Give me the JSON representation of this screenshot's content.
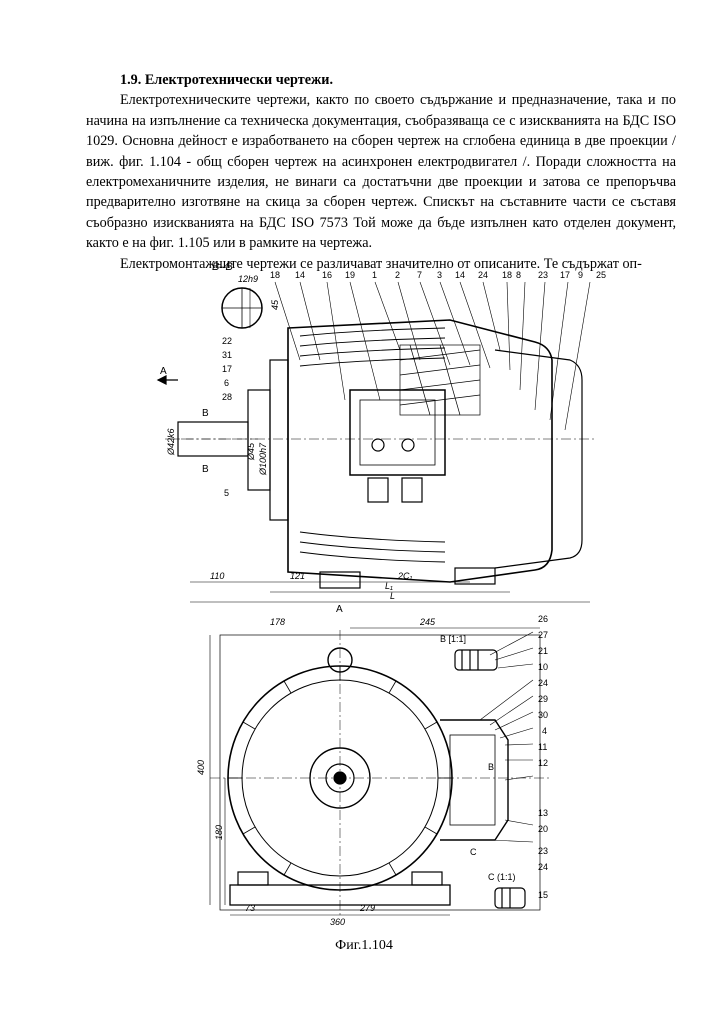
{
  "heading": "1.9. Електротехнически чертежи.",
  "paragraph1": "Електротехническите чертежи, както по своето съдържание и предназначение, така и по начина на изпълнение са техническа документация, съобразяваща се с изискванията на БДС ISO 1029. Основна дейност е изработването на сборен чертеж на сглобена единица в две проекции / виж. фиг. 1.104 - общ сборен чертеж на асинхронен електродвигател /. Поради сложността на електромеханичните изделия, не винаги са достатъчни две проекции и затова се препоръчва предварително изготвяне на скица за сборен чертеж. Спискът на съставните части се съставя съобразно изискванията на БДС ISO 7573 Той може да бъде изпълнен като отделен документ, както е на фиг. 1.105 или в рамките на чертежа.",
  "paragraph2": "Електромонтажните чертежи се различават значително от описаните. Те съдържат оп-",
  "caption": "Фиг.1.104",
  "figure": {
    "section_label": "B–B",
    "view_arrow_label": "A",
    "top_view_label": "A",
    "section_marker": "B",
    "detail_b": "B [1:1]",
    "detail_c": "C (1:1)",
    "marker_b": "B",
    "marker_c": "C",
    "top_callouts": [
      "18",
      "14",
      "16",
      "19",
      "1",
      "2",
      "7",
      "3",
      "14",
      "24",
      "18",
      "8",
      "23",
      "17",
      "9",
      "25"
    ],
    "left_callouts": [
      "22",
      "31",
      "17",
      "6",
      "28",
      "5"
    ],
    "right_callouts": [
      "26",
      "27",
      "21",
      "10",
      "24",
      "29",
      "30",
      "4",
      "11",
      "12",
      "13",
      "20",
      "23",
      "24",
      "15"
    ],
    "dim_bottom": [
      "110",
      "121",
      "2C₁",
      "L₁",
      "L"
    ],
    "dim_top_view": [
      "178",
      "245"
    ],
    "dim_base": [
      "279",
      "360",
      "73"
    ],
    "dim_side": [
      "400",
      "180"
    ],
    "dim_shaft": [
      "Ø42k6",
      "Ø45",
      "Ø100h7",
      "45",
      "12h9"
    ]
  }
}
